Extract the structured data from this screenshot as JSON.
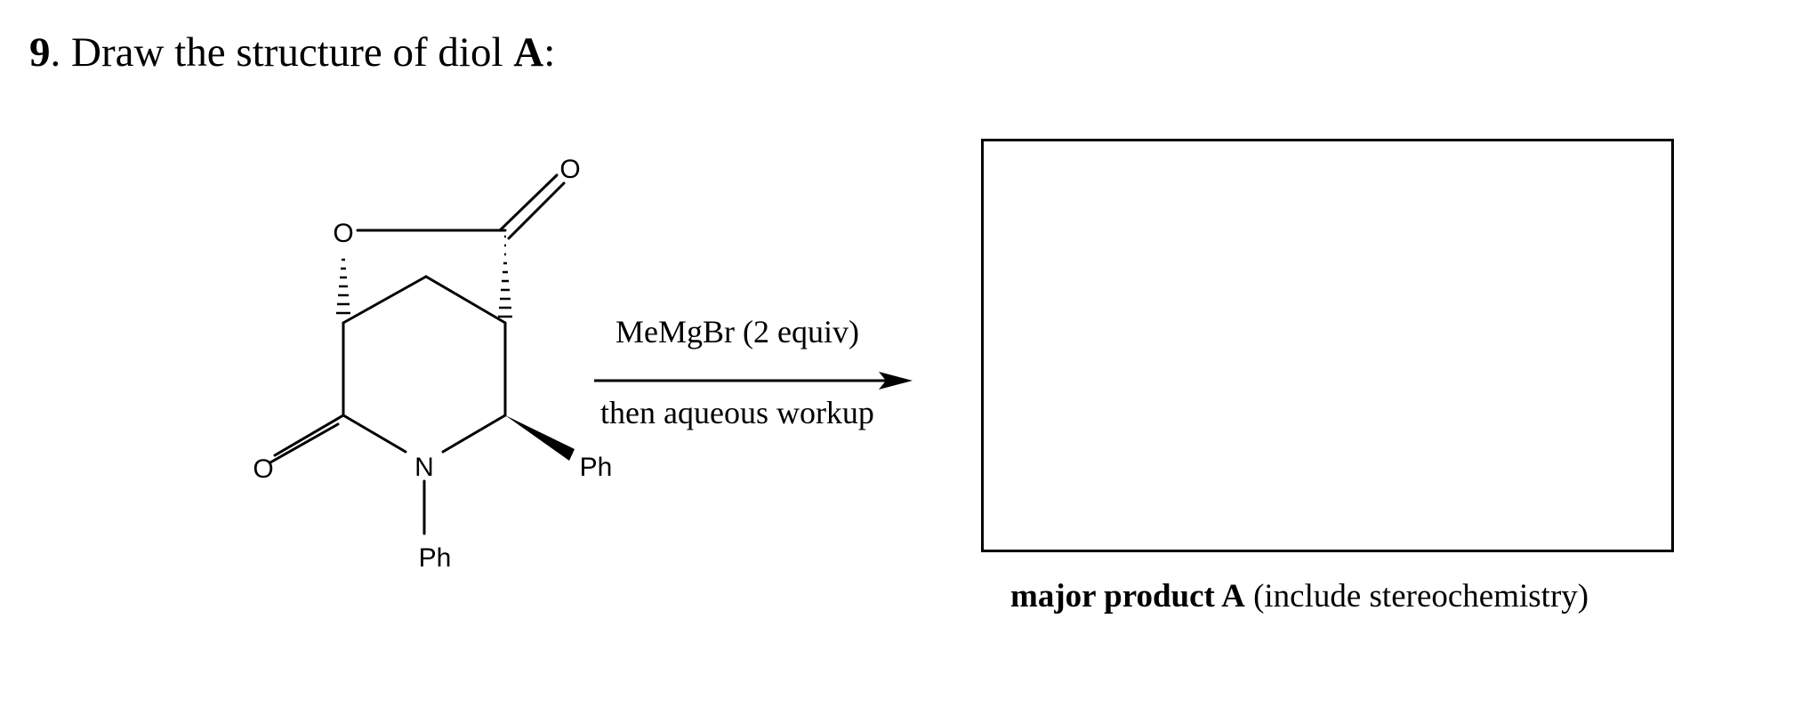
{
  "question": {
    "number": "9",
    "text_before": ". Draw the structure of diol ",
    "compound": "A",
    "text_after": ":"
  },
  "molecule": {
    "atoms": {
      "lactone_oxygen": "O",
      "lactone_carbonyl_oxygen": "O",
      "amide_carbonyl_oxygen": "O",
      "nitrogen": "N",
      "n_substituent": "Ph",
      "c_substituent": "Ph"
    }
  },
  "reaction": {
    "reagent": "MeMgBr (2 equiv)",
    "workup": "then aqueous workup"
  },
  "answer": {
    "caption_bold": "major product A",
    "caption_normal": " (include stereochemistry)"
  }
}
